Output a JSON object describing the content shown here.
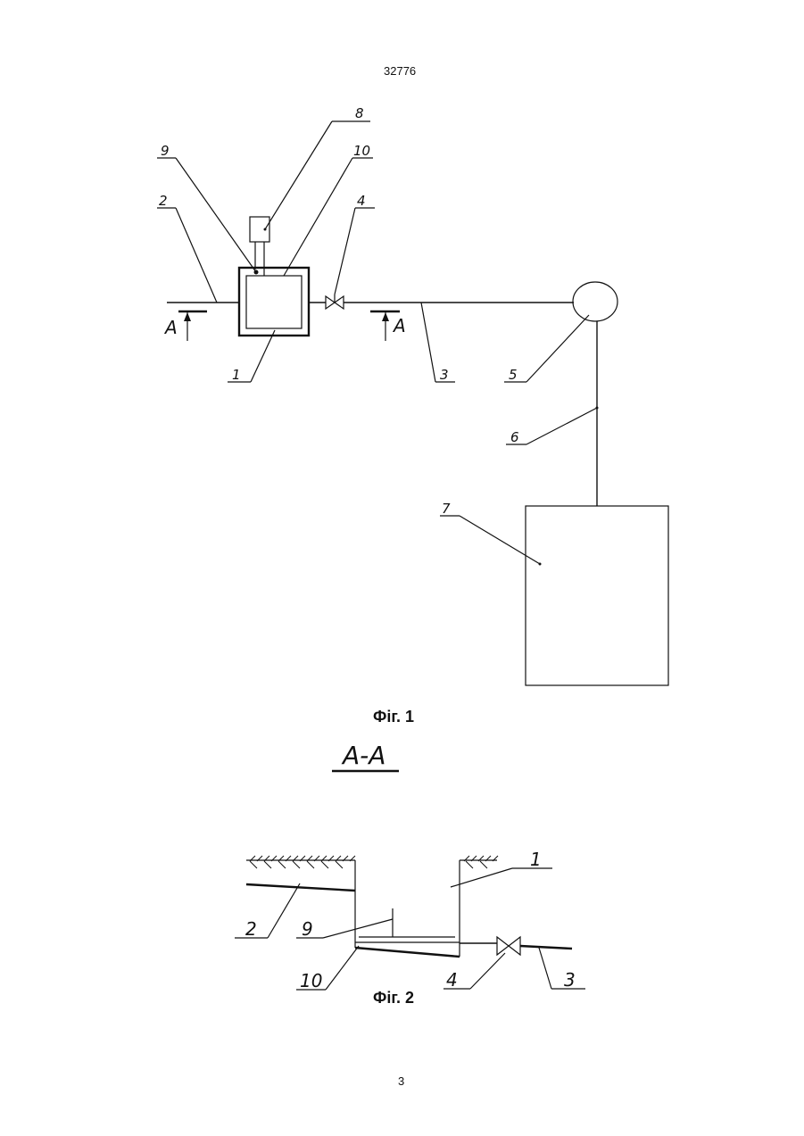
{
  "header": {
    "doc_number": "32776"
  },
  "figure1": {
    "caption": "Фіг. 1",
    "section_marks": [
      "A",
      "A"
    ],
    "callouts": [
      "1",
      "2",
      "3",
      "4",
      "5",
      "6",
      "7",
      "8",
      "9",
      "10"
    ]
  },
  "section_title": "A-A",
  "figure2": {
    "caption": "Фіг. 2",
    "callouts": [
      "1",
      "2",
      "9",
      "10",
      "4",
      "3"
    ]
  },
  "footer": {
    "page_number": "3"
  }
}
